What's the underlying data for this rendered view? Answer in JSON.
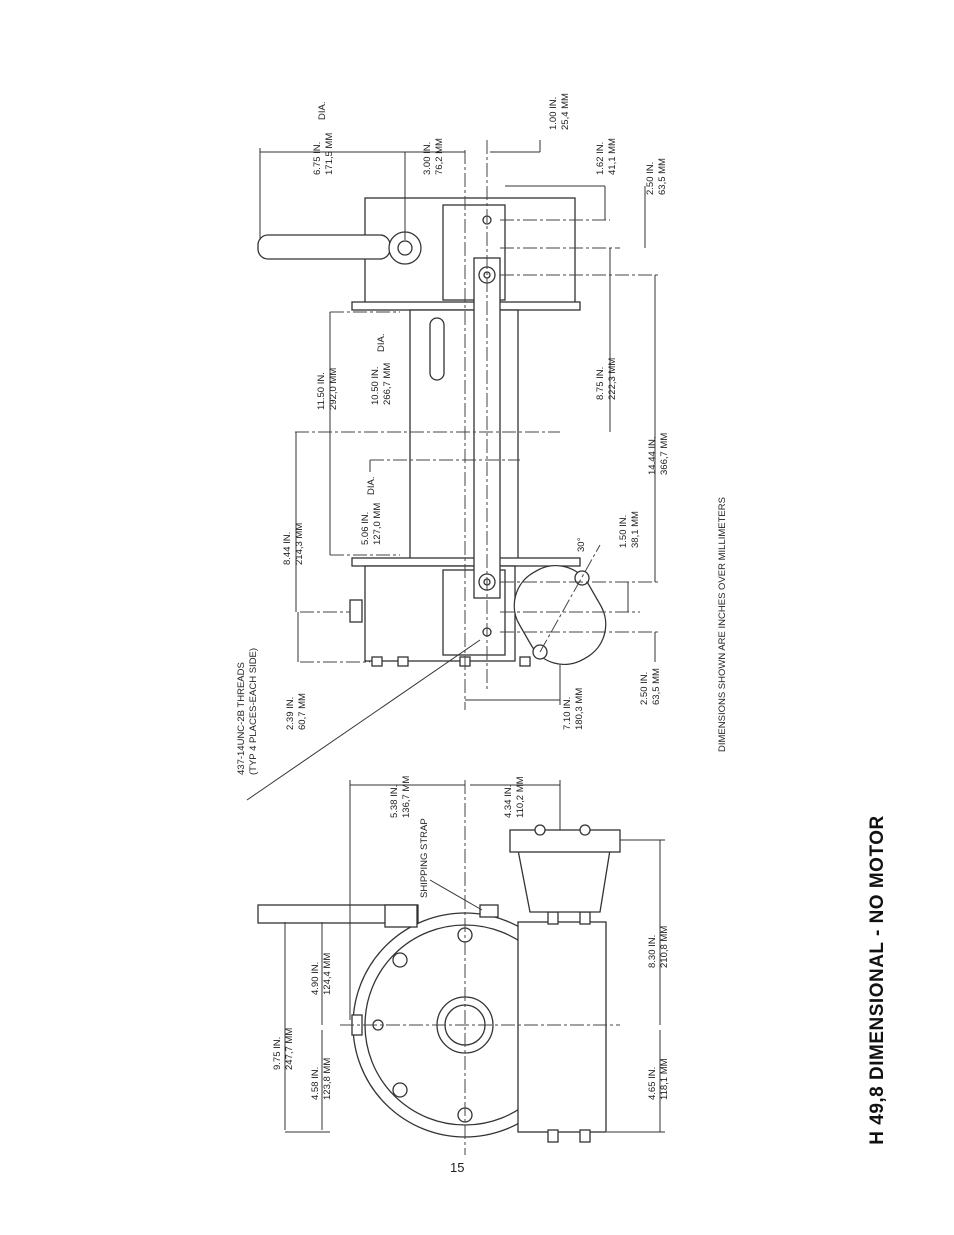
{
  "page": {
    "title": "H 49,8 DIMENSIONAL - NO MOTOR",
    "page_number": "15"
  },
  "drawing": {
    "note": "DIMENSIONS SHOWN ARE INCHES OVER MILLIMETERS",
    "threads": [
      "437-14UNC-2B THREADS",
      "(TYP 4 PLACES-EACH SIDE)"
    ],
    "shipping_strap": "SHIPPING STRAP",
    "dimensions": {
      "d_675": {
        "in": "6.75 IN.",
        "mm": "171,5 MM",
        "suffix": "DIA."
      },
      "d_300": {
        "in": "3.00 IN.",
        "mm": "76,2 MM"
      },
      "d_100": {
        "in": "1.00 IN.",
        "mm": "25,4 MM"
      },
      "d_162": {
        "in": "1.62 IN.",
        "mm": "41,1 MM"
      },
      "d_250a": {
        "in": "2.50 IN.",
        "mm": "63,5 MM"
      },
      "d_1150": {
        "in": "11.50 IN.",
        "mm": "292,0 MM"
      },
      "d_1050": {
        "in": "10.50 IN.",
        "mm": "266,7 MM",
        "suffix": "DIA."
      },
      "d_875": {
        "in": "8.75 IN.",
        "mm": "222,3 MM"
      },
      "d_1444": {
        "in": "14.44 IN.",
        "mm": "366,7 MM"
      },
      "d_506": {
        "in": "5.06 IN.",
        "mm": "127,0 MM",
        "suffix": "DIA."
      },
      "d_844": {
        "in": "8.44 IN.",
        "mm": "214,3 MM"
      },
      "d_150": {
        "in": "1.50 IN.",
        "mm": "38,1 MM"
      },
      "d_angle": "30°",
      "d_239": {
        "in": "2.39 IN.",
        "mm": "60,7 MM"
      },
      "d_710": {
        "in": "7.10 IN.",
        "mm": "180,3 MM"
      },
      "d_250b": {
        "in": "2.50 IN.",
        "mm": "63,5 MM"
      },
      "d_538": {
        "in": "5.38 IN.",
        "mm": "136,7 MM"
      },
      "d_434": {
        "in": "4.34 IN.",
        "mm": "110,2 MM"
      },
      "d_975": {
        "in": "9.75 IN.",
        "mm": "247,7 MM"
      },
      "d_490": {
        "in": "4.90 IN.",
        "mm": "124,4 MM"
      },
      "d_458": {
        "in": "4.58 IN.",
        "mm": "123,8 MM"
      },
      "d_830": {
        "in": "8.30 IN.",
        "mm": "210,8 MM"
      },
      "d_465": {
        "in": "4.65 IN.",
        "mm": "118,1 MM"
      }
    }
  }
}
